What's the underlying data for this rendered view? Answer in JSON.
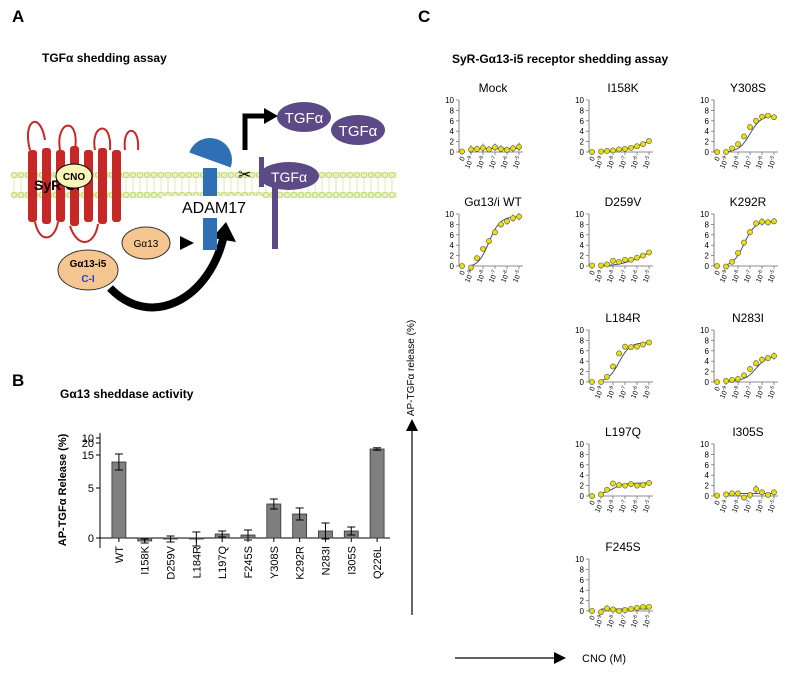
{
  "panel_labels": {
    "a": "A",
    "b": "B",
    "c": "C"
  },
  "panel_a": {
    "title": "TGFα shedding assay",
    "receptor_label": "SyR Gi",
    "ligand_label": "CNO",
    "g13_label": "Gα13",
    "chimera_line1": "Gα13-i5",
    "chimera_line2": "C-I",
    "protease_label": "ADAM17",
    "tgfa_membrane": "TGFα",
    "tgfa_released_1": "TGFα",
    "tgfa_released_2": "TGFα",
    "colors": {
      "receptor": "#c62828",
      "membrane": "#d6e89a",
      "protease": "#2f6fb3",
      "tgfa": "#5b4a86",
      "g_protein": "#f6c690",
      "cno": "#fbf4b8"
    }
  },
  "panel_c_header": {
    "title": "SyR-Gα13-i5 receptor shedding assay",
    "y_axis_label": "AP-TGFα release (%)",
    "x_axis_label": "CNO (M)"
  },
  "chart_data": [
    {
      "type": "bar",
      "panel": "B",
      "title": "Gα13 sheddase activity",
      "ylabel": "AP-TGFα Release (%)",
      "categories": [
        "WT",
        "I158K",
        "D259V",
        "L184R",
        "L197Q",
        "F245S",
        "Y308S",
        "K292R",
        "N283I",
        "I305S",
        "Q226L"
      ],
      "values": [
        7.6,
        -0.3,
        -0.1,
        -0.1,
        0.4,
        0.3,
        3.4,
        2.4,
        0.7,
        0.7,
        17.5
      ],
      "errors": [
        0.8,
        0.2,
        0.3,
        0.7,
        0.3,
        0.5,
        0.5,
        0.6,
        0.8,
        0.4,
        0.5
      ],
      "axis_break": {
        "lower_top": 10,
        "upper": [
          15,
          20
        ]
      },
      "yticks_lower": [
        "0",
        "5",
        "10"
      ],
      "yticks_upper": [
        "15",
        "20"
      ],
      "bar_color": "#7f7f7f"
    },
    {
      "type": "scatter",
      "panel": "C",
      "x_tick_labels": [
        {
          "base": "0",
          "exp": ""
        },
        {
          "base": "10",
          "exp": "-9"
        },
        {
          "base": "10",
          "exp": "-8"
        },
        {
          "base": "10",
          "exp": "-7"
        },
        {
          "base": "10",
          "exp": "-6"
        },
        {
          "base": "10",
          "exp": "-5"
        }
      ],
      "y_ticks": [
        "0",
        "2",
        "4",
        "6",
        "8",
        "10"
      ],
      "ylim": [
        0,
        10
      ],
      "point_color": "#e8e000",
      "curve_color": "#3b3b6e",
      "subplots": [
        {
          "title": "Mock",
          "x": [
            0,
            -9,
            -8.5,
            -8,
            -7.5,
            -7,
            -6.5,
            -6,
            -5.5,
            -5
          ],
          "y": [
            0.1,
            0.5,
            0.6,
            0.8,
            0.5,
            0.9,
            0.6,
            0.4,
            0.7,
            1.0
          ],
          "fit": "flat",
          "err": [
            0.3,
            0.8,
            0.6,
            0.8,
            0.6,
            0.7,
            0.7,
            0.6,
            0.7,
            0.8
          ]
        },
        {
          "title": "I158K",
          "x": [
            0,
            -9,
            -8.5,
            -8,
            -7.5,
            -7,
            -6.5,
            -6,
            -5.5,
            -5
          ],
          "y": [
            0.0,
            0.1,
            0.2,
            0.3,
            0.5,
            0.6,
            0.8,
            1.1,
            1.5,
            2.1
          ],
          "fit": "linear",
          "err": [
            0.3,
            0.3,
            0.3,
            0.3,
            0.3,
            0.3,
            0.3,
            0.4,
            0.4,
            0.4
          ]
        },
        {
          "title": "Y308S",
          "x": [
            0,
            -9,
            -8.5,
            -8,
            -7.5,
            -7,
            -6.5,
            -6,
            -5.5,
            -5
          ],
          "y": [
            0.0,
            0.0,
            0.7,
            1.5,
            3.0,
            4.8,
            6.0,
            6.8,
            7.0,
            6.7
          ],
          "fit": "sigmoid",
          "err": [
            0.3,
            0.3,
            0.4,
            0.4,
            0.5,
            0.5,
            0.5,
            0.5,
            0.5,
            0.5
          ]
        },
        {
          "title": "Gα13/i WT",
          "x": [
            0,
            -9,
            -8.5,
            -8,
            -7.5,
            -7,
            -6.5,
            -6,
            -5.5,
            -5
          ],
          "y": [
            0.0,
            -0.3,
            1.5,
            3.3,
            4.8,
            6.5,
            8.0,
            8.6,
            9.2,
            9.5
          ],
          "fit": "sigmoid",
          "err": [
            0.3,
            0.3,
            0.5,
            0.5,
            0.5,
            0.6,
            0.6,
            0.7,
            0.7,
            0.7
          ]
        },
        {
          "title": "D259V",
          "x": [
            0,
            -9,
            -8.5,
            -8,
            -7.5,
            -7,
            -6.5,
            -6,
            -5.5,
            -5
          ],
          "y": [
            0.1,
            0.1,
            0.3,
            1.0,
            0.8,
            1.2,
            1.2,
            1.6,
            2.0,
            2.6
          ],
          "fit": "linear",
          "err": [
            0.3,
            0.3,
            0.3,
            0.5,
            0.4,
            0.4,
            0.4,
            0.4,
            0.4,
            0.4
          ]
        },
        {
          "title": "K292R",
          "x": [
            0,
            -9,
            -8.5,
            -8,
            -7.5,
            -7,
            -6.5,
            -6,
            -5.5,
            -5
          ],
          "y": [
            0.0,
            -0.1,
            0.8,
            2.5,
            4.5,
            6.5,
            8.2,
            8.5,
            8.4,
            8.6
          ],
          "fit": "sigmoid",
          "err": [
            0.3,
            0.3,
            0.4,
            0.5,
            0.6,
            0.6,
            0.6,
            0.7,
            0.6,
            0.6
          ]
        },
        {
          "title": "L184R",
          "x": [
            0,
            -9,
            -8.5,
            -8,
            -7.5,
            -7,
            -6.5,
            -6,
            -5.5,
            -5
          ],
          "y": [
            0.0,
            0.0,
            1.0,
            3.0,
            5.5,
            6.8,
            6.7,
            6.8,
            7.2,
            7.6
          ],
          "fit": "sigmoid",
          "err": [
            0.3,
            0.3,
            0.4,
            0.5,
            0.5,
            0.5,
            0.5,
            0.5,
            0.5,
            0.5
          ]
        },
        {
          "title": "N283I",
          "x": [
            0,
            -9,
            -8.5,
            -8,
            -7.5,
            -7,
            -6.5,
            -6,
            -5.5,
            -5
          ],
          "y": [
            0.0,
            0.2,
            0.4,
            0.6,
            1.3,
            2.5,
            3.6,
            4.3,
            4.6,
            5.0
          ],
          "fit": "sigmoid",
          "err": [
            0.3,
            0.4,
            0.4,
            0.5,
            0.5,
            0.6,
            0.6,
            0.6,
            0.6,
            0.7
          ]
        },
        {
          "title": "L197Q",
          "x": [
            0,
            -9,
            -8.5,
            -8,
            -7.5,
            -7,
            -6.5,
            -6,
            -5.5,
            -5
          ],
          "y": [
            0.0,
            0.3,
            1.2,
            2.4,
            2.1,
            2.0,
            2.3,
            2.0,
            2.1,
            2.5
          ],
          "fit": "sigmoid",
          "err": [
            0.3,
            0.3,
            0.4,
            0.5,
            0.5,
            0.5,
            0.5,
            0.5,
            0.5,
            0.6
          ]
        },
        {
          "title": "I305S",
          "x": [
            0,
            -9,
            -8.5,
            -8,
            -7.5,
            -7,
            -6.5,
            -6,
            -5.5,
            -5
          ],
          "y": [
            0.1,
            0.3,
            0.5,
            0.5,
            -0.3,
            0.2,
            1.3,
            0.7,
            0.2,
            0.7
          ],
          "fit": "flat",
          "err": [
            0.3,
            0.3,
            0.4,
            0.4,
            0.6,
            0.5,
            0.8,
            0.6,
            0.5,
            0.6
          ]
        },
        {
          "title": "F245S",
          "x": [
            0,
            -9,
            -8.5,
            -8,
            -7.5,
            -7,
            -6.5,
            -6,
            -5.5,
            -5
          ],
          "y": [
            0.0,
            -0.2,
            0.5,
            0.3,
            0.0,
            0.2,
            0.4,
            0.6,
            0.8,
            0.8
          ],
          "fit": "flat",
          "err": [
            0.3,
            0.3,
            0.6,
            0.4,
            0.3,
            0.4,
            0.4,
            0.4,
            0.4,
            0.4
          ]
        }
      ]
    }
  ]
}
